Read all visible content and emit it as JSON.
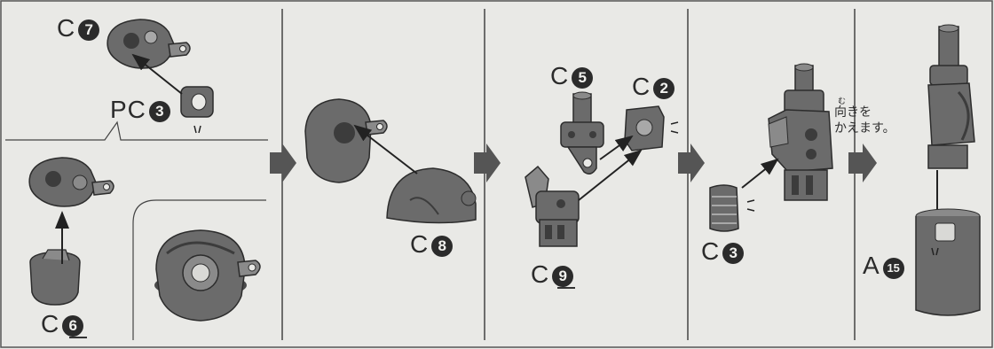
{
  "labels": {
    "c7_letter": "C",
    "c7_num": "7",
    "pc3_letter": "PC",
    "pc3_num": "3",
    "c6_letter": "C",
    "c6_num": "6",
    "c8_letter": "C",
    "c8_num": "8",
    "c5_letter": "C",
    "c5_num": "5",
    "c2_letter": "C",
    "c2_num": "2",
    "c9_letter": "C",
    "c9_num": "9",
    "c3_letter": "C",
    "c3_num": "3",
    "a15_letter": "A",
    "a15_num": "15"
  },
  "note": {
    "ruby": "む",
    "line1": "向きを",
    "line2": "かえます。"
  },
  "colors": {
    "background": "#e9e9e6",
    "part_fill": "#6b6b6b",
    "part_dark": "#3c3c3c",
    "part_light": "#a8a8a8",
    "line": "#333333",
    "step_arrow": "#555555"
  }
}
